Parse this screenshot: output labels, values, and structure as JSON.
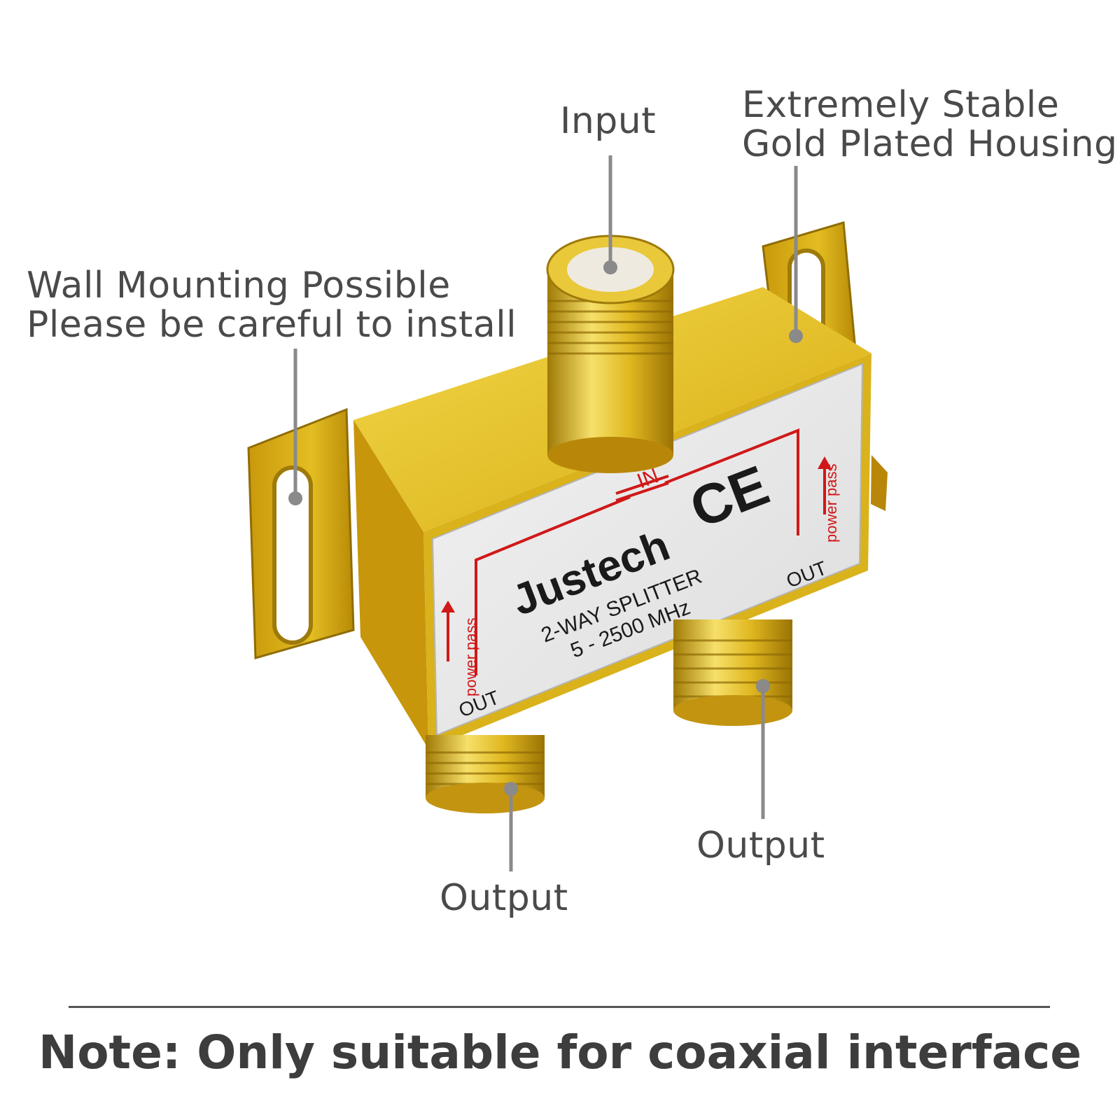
{
  "callouts": {
    "input": "Input",
    "housing_line1": "Extremely Stable",
    "housing_line2": "Gold Plated Housing",
    "wall_line1": "Wall Mounting Possible",
    "wall_line2": "Please be careful to install",
    "output_left": "Output",
    "output_right": "Output"
  },
  "note": "Note: Only suitable for coaxial interface",
  "label_plate": {
    "brand": "Justech",
    "mark": "CE",
    "model": "2-WAY SPLITTER",
    "frequency": "5 - 2500 MHz",
    "port_in": "IN",
    "port_out_left": "OUT",
    "port_out_right": "OUT",
    "power_pass_left": "power pass",
    "power_pass_right": "power pass"
  },
  "colors": {
    "gold": "#d9b21c",
    "gold_dark": "#9e7a0a",
    "gold_light": "#f3da5a",
    "label_red": "#d01818",
    "callout_text": "#4a4a4a",
    "leader_line": "#8a8a8a"
  }
}
